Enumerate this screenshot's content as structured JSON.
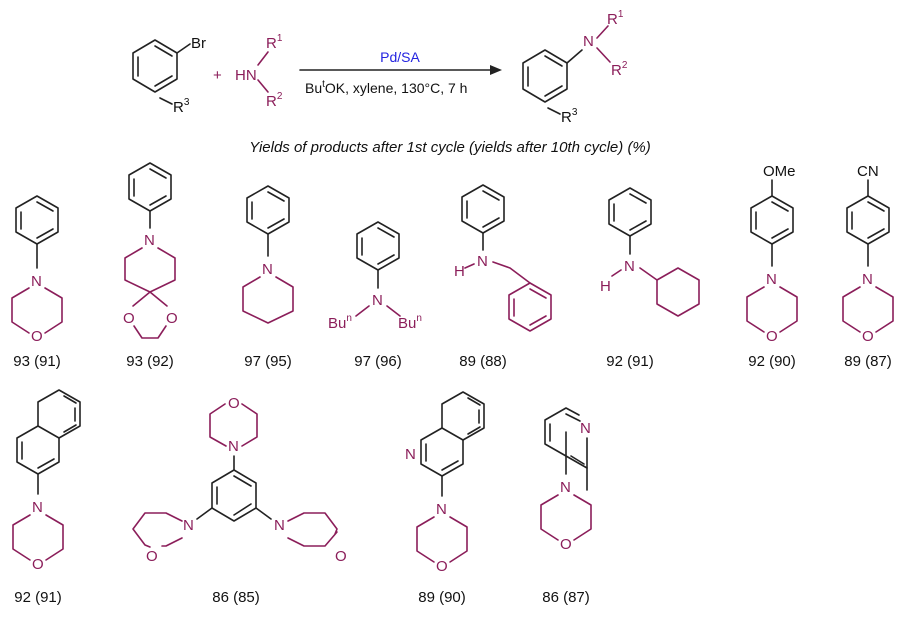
{
  "scheme": {
    "reactant_halide": "Br",
    "reactant_substituent": "R",
    "reactant_substituent_sup": "3",
    "plus": "+",
    "amine_hn": "HN",
    "amine_r1": "R",
    "amine_r1_sup": "1",
    "amine_r2": "R",
    "amine_r2_sup": "2",
    "catalyst": "Pd/SA",
    "conditions": "Bu",
    "conditions_sup": "t",
    "conditions_rest": "OK, xylene, 130°C, 7 h",
    "product_n": "N",
    "product_r1": "R",
    "product_r1_sup": "1",
    "product_r2": "R",
    "product_r2_sup": "2",
    "product_r3": "R",
    "product_r3_sup": "3"
  },
  "caption": "Yields of products after 1st cycle (yields after 10th cycle) (%)",
  "products": [
    {
      "yield": "93 (91)"
    },
    {
      "yield": "93 (92)"
    },
    {
      "yield": "97 (95)"
    },
    {
      "yield": "97 (96)",
      "sub_left": "Bu",
      "sub_left_sup": "n",
      "sub_right": "Bu",
      "sub_right_sup": "n"
    },
    {
      "yield": "89 (88)",
      "nh": "H"
    },
    {
      "yield": "92 (91)",
      "nh": "H"
    },
    {
      "yield": "92 (90)",
      "para": "OMe"
    },
    {
      "yield": "89 (87)",
      "para": "CN"
    },
    {
      "yield": "92 (91)"
    },
    {
      "yield": "86 (85)"
    },
    {
      "yield": "89 (90)",
      "ring_n": "N"
    },
    {
      "yield": "86 (87)",
      "ring_n": "N"
    }
  ],
  "atoms": {
    "N": "N",
    "O": "O",
    "H": "H"
  }
}
